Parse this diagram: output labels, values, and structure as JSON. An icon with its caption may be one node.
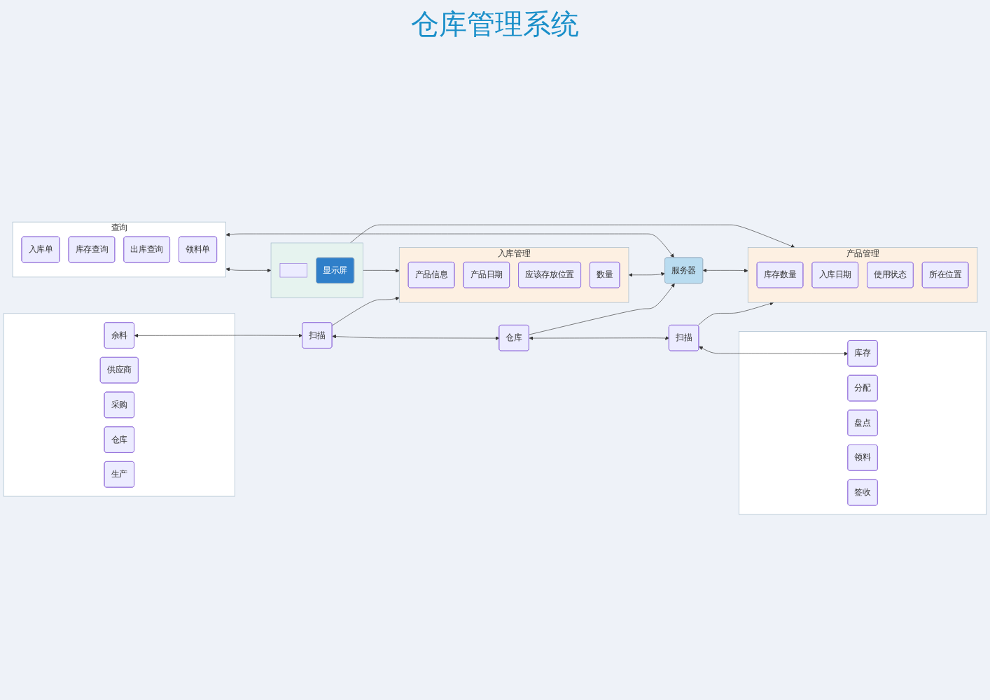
{
  "diagram": {
    "title": "仓库管理系统",
    "nodes": [
      {
        "text": [],
        "shape": "box"
      },
      {
        "text": [
          "余料"
        ],
        "in": 0
      },
      {
        "text": [
          "供应商"
        ],
        "in": 0
      },
      {
        "text": [
          "采购"
        ],
        "in": 0
      },
      {
        "text": [
          "仓库"
        ],
        "in": 0
      },
      {
        "text": [
          "生产"
        ],
        "in": 0
      },
      {
        "text": [
          "扫描"
        ]
      },
      {
        "text": [
          "仓库"
        ]
      },
      {
        "text": [
          "扫描"
        ]
      },
      {
        "text": [],
        "shape": "box"
      },
      {
        "text": [
          "库存"
        ],
        "in": 9
      },
      {
        "text": [
          "分配"
        ],
        "in": 9
      },
      {
        "text": [
          "盘点"
        ],
        "in": 9
      },
      {
        "text": [
          "领料"
        ],
        "in": 9
      },
      {
        "text": [
          "签收"
        ],
        "in": 9
      },
      {
        "text": [
          "入库管理"
        ]
      },
      {
        "text": [
          "产品信息"
        ],
        "in": 15
      },
      {
        "text": [
          "产品日期"
        ],
        "in": 15
      },
      {
        "text": [
          "应该存放位置"
        ],
        "in": 15
      },
      {
        "text": [
          "数量"
        ],
        "in": 15
      },
      {
        "text": [
          "服务器"
        ]
      },
      {
        "text": [
          "产品管理"
        ]
      },
      {
        "text": [
          "库存数量"
        ],
        "in": 21
      },
      {
        "text": [
          "入库日期"
        ],
        "in": 21
      },
      {
        "text": [
          "使用状态"
        ],
        "in": 21
      },
      {
        "text": [
          "所在位置"
        ],
        "in": 21
      },
      {
        "text": [
          "查询"
        ]
      },
      {
        "text": [
          "入库单"
        ],
        "in": 26
      },
      {
        "text": [
          "库存查询"
        ],
        "in": 26
      },
      {
        "text": [
          "出库查询"
        ],
        "in": 26
      },
      {
        "text": [
          "领料单"
        ],
        "in": 26
      },
      {
        "text": [],
        "shape": "box"
      },
      {
        "text": [],
        "shape": "box",
        "in": 31
      },
      {
        "text": [
          "显示屏"
        ],
        "in": 31
      }
    ],
    "edges": [
      {
        "from": 1,
        "to": 6,
        "arrow": "both"
      },
      {
        "from": 6,
        "to": 7,
        "arrow": "both"
      },
      {
        "from": 7,
        "to": 8,
        "arrow": "both"
      },
      {
        "from": 8,
        "to": 10,
        "arrow": "both"
      },
      {
        "from": 6,
        "to": 15,
        "arrow": "to"
      },
      {
        "from": 7,
        "to": 20,
        "arrow": "to"
      },
      {
        "from": 8,
        "to": 21,
        "arrow": "to"
      },
      {
        "from": 15,
        "to": 20,
        "arrow": "both"
      },
      {
        "from": 20,
        "to": 21,
        "arrow": "both"
      },
      {
        "from": 26,
        "to": 20,
        "arrow": "both"
      },
      {
        "from": 26,
        "to": 31,
        "arrow": "both"
      },
      {
        "from": 31,
        "to": 15,
        "arrow": "to"
      },
      {
        "from": 31,
        "to": 21,
        "arrow": "to"
      }
    ]
  }
}
